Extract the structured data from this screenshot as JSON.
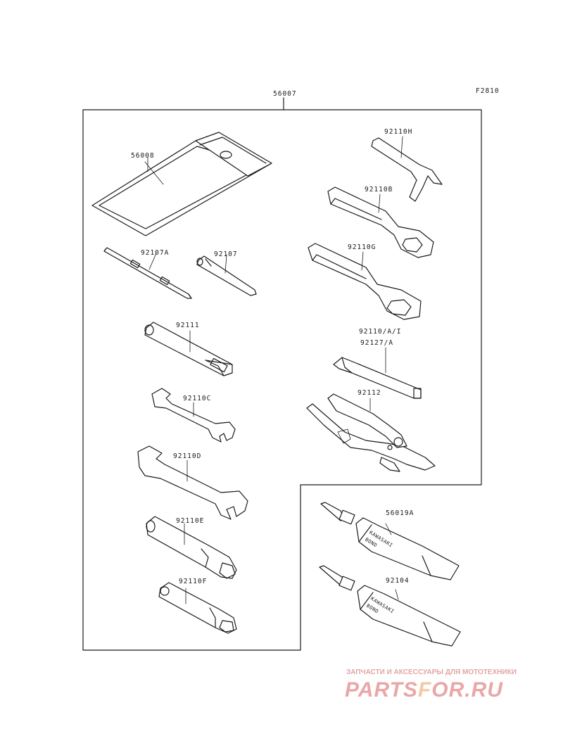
{
  "diagram": {
    "figure_code": "F2810",
    "parts": {
      "kit": "56007",
      "case": "56008",
      "screwdriver_a": "92107A",
      "screwdriver": "92107",
      "handle": "92111",
      "wrench_c": "92110C",
      "wrench_d": "92110D",
      "socket_e": "92110E",
      "socket_f": "92110F",
      "spanner_h": "92110H",
      "wrench_b": "92110B",
      "wrench_g": "92110G",
      "hex_key_1": "92110/A/I",
      "hex_key_2": "92127/A",
      "pliers": "92112",
      "bond_a": "56019A",
      "bond_b": "92104"
    },
    "tube_print": [
      "KAWASAKI",
      "BOND"
    ]
  },
  "watermark": {
    "tagline": "ЗАПЧАСТИ И АКСЕССУАРЫ ДЛЯ МОТОТЕХНИКИ",
    "logo_part1": "PARTS",
    "logo_o": "F",
    "logo_part2": "OR.RU"
  }
}
